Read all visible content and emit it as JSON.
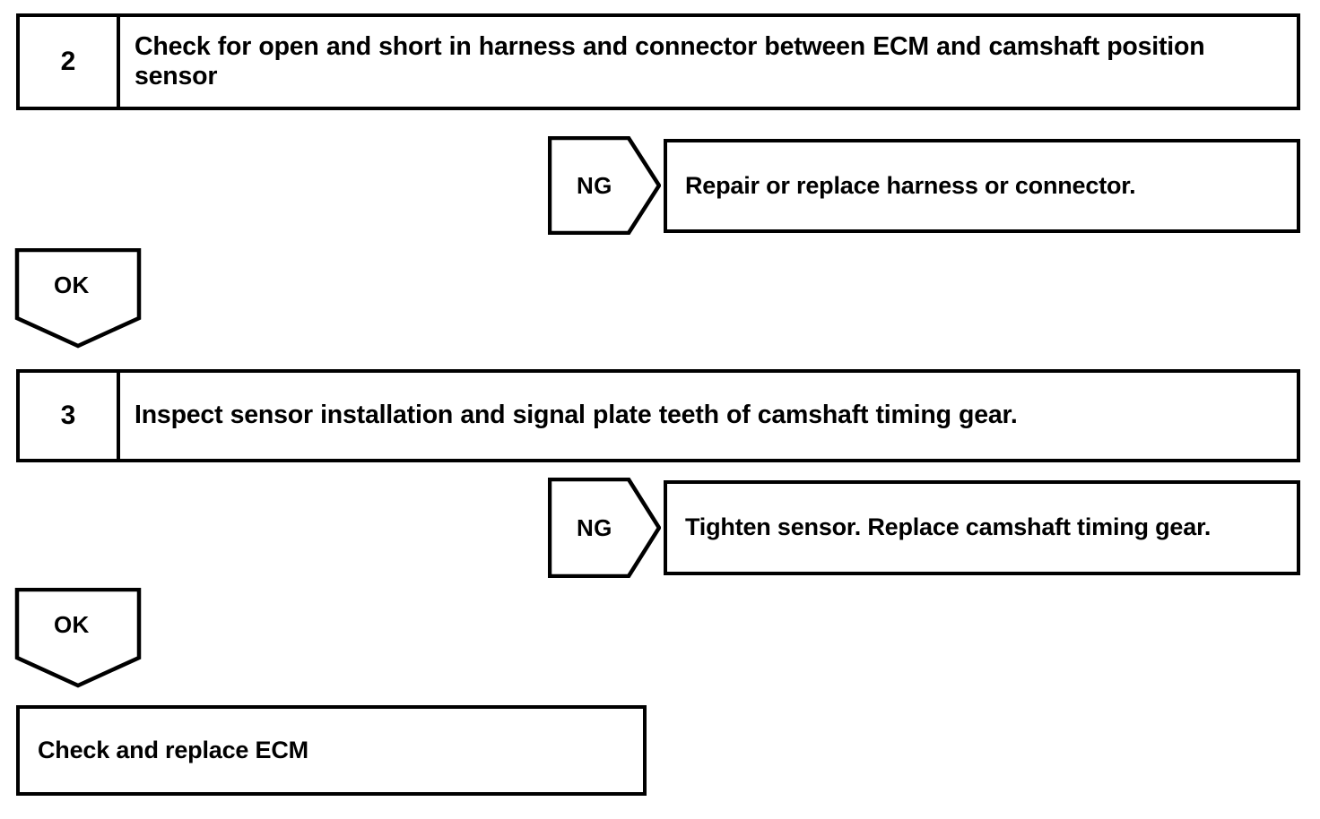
{
  "diagram": {
    "type": "troubleshooting-flowchart",
    "stroke_color": "#000000",
    "background_color": "#ffffff",
    "steps": [
      {
        "number": "2",
        "text": "Check for open and short in harness and connector between ECM and camshaft position sensor"
      },
      {
        "number": "3",
        "text": "Inspect sensor installation and signal plate teeth of camshaft timing gear."
      }
    ],
    "branches": [
      {
        "label": "NG",
        "result": "Repair or replace harness or connector."
      },
      {
        "label": "NG",
        "result": "Tighten sensor. Replace camshaft timing gear."
      }
    ],
    "continue_labels": [
      {
        "label": "OK"
      },
      {
        "label": "OK"
      }
    ],
    "final": {
      "text": "Check and replace ECM"
    }
  }
}
